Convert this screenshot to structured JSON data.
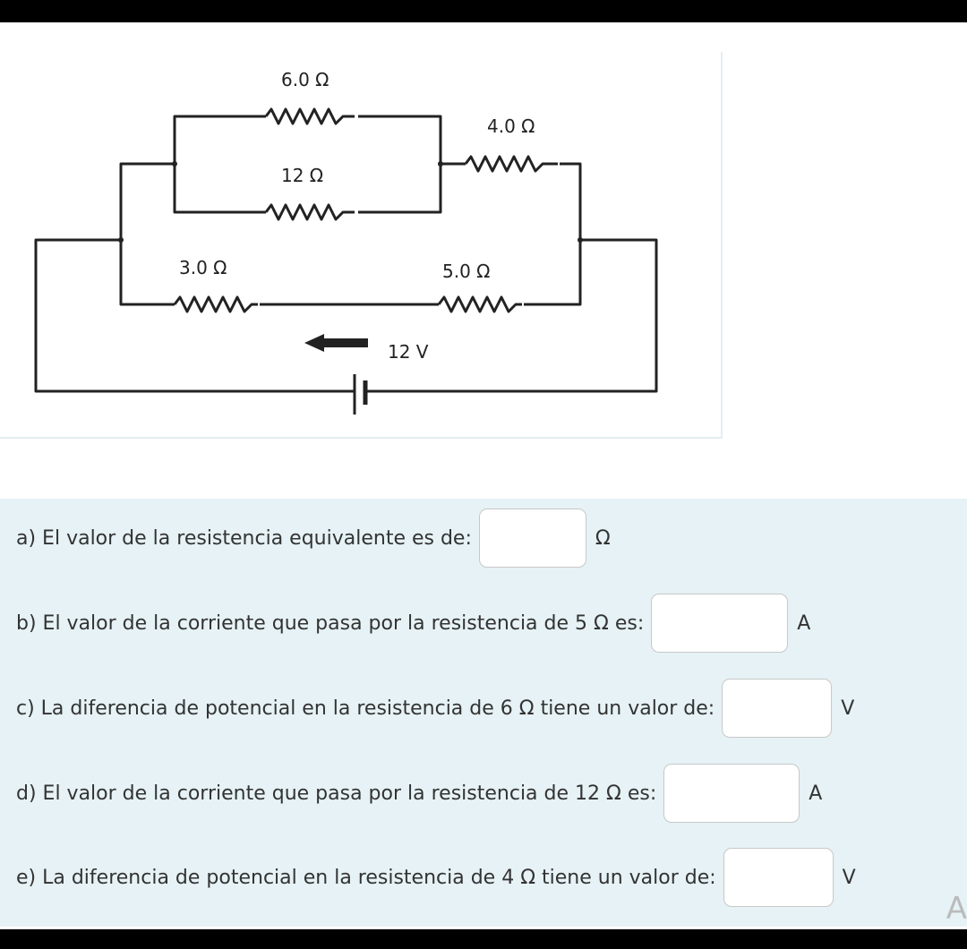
{
  "circuit": {
    "labels": {
      "r6": "6.0 Ω",
      "r4": "4.0 Ω",
      "r12": "12 Ω",
      "r3": "3.0 Ω",
      "r5": "5.0 Ω",
      "battery": "12 V"
    }
  },
  "questions": [
    {
      "text": "a) El valor de la resistencia equivalente es de:",
      "value": "",
      "unit": "Ω"
    },
    {
      "text": "b) El valor de la corriente que pasa por la resistencia de 5 Ω es:",
      "value": "",
      "unit": "A"
    },
    {
      "text": "c) La diferencia de potencial en la resistencia de 6 Ω tiene un valor de:",
      "value": "",
      "unit": "V"
    },
    {
      "text": "d) El valor de la corriente que pasa por la resistencia de 12 Ω es:",
      "value": "",
      "unit": "A"
    },
    {
      "text": "e) La diferencia de potencial en la resistencia de 4 Ω tiene un valor de:",
      "value": "",
      "unit": "V"
    }
  ],
  "corner_text": "A"
}
